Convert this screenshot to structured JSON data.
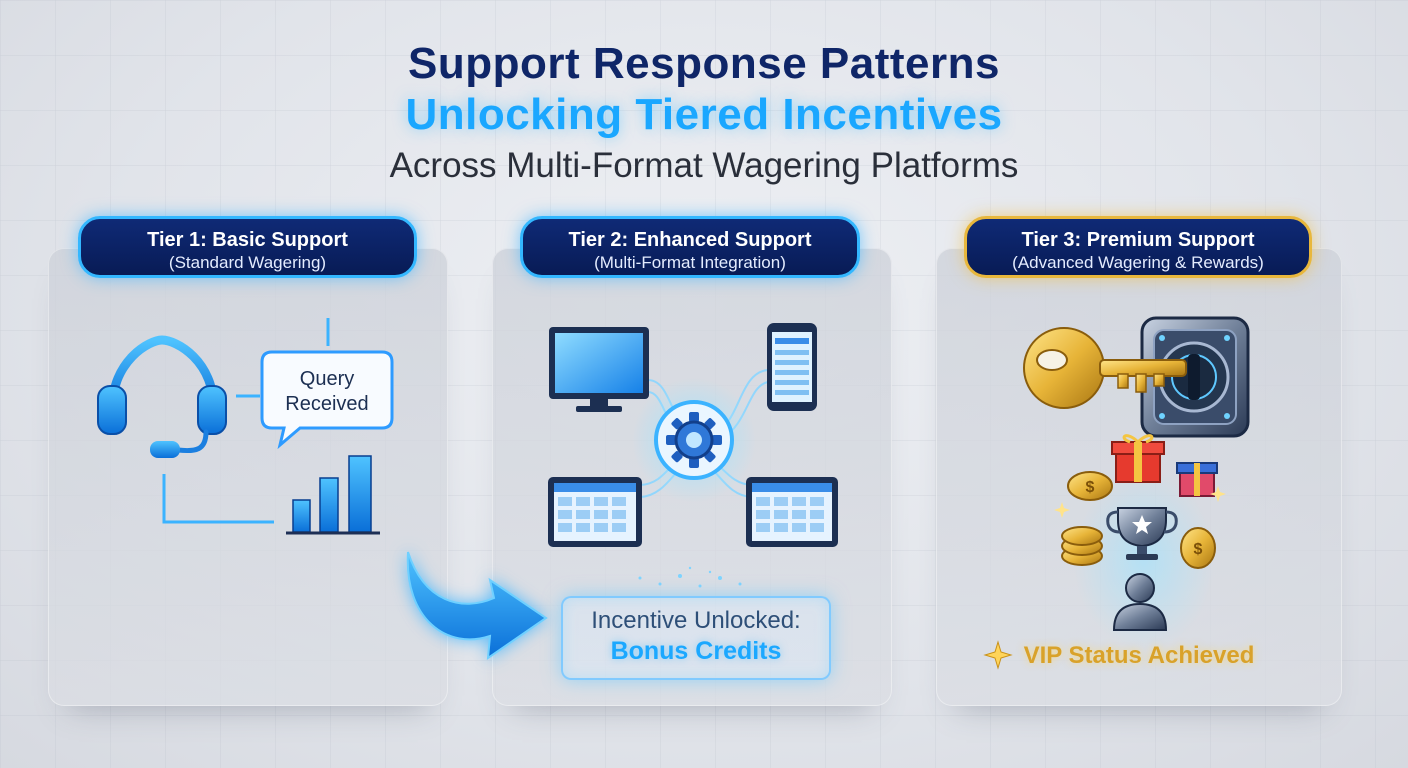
{
  "title": {
    "line1": "Support Response Patterns",
    "line2": "Unlocking Tiered Incentives",
    "line3": "Across Multi-Format Wagering Platforms"
  },
  "tiers": [
    {
      "title": "Tier 1: Basic Support",
      "subtitle": "(Standard Wagering)",
      "accent": "#33b7ff"
    },
    {
      "title": "Tier 2: Enhanced Support",
      "subtitle": "(Multi-Format Integration)",
      "accent": "#33b7ff"
    },
    {
      "title": "Tier 3: Premium Support",
      "subtitle": "(Advanced Wagering & Rewards)",
      "accent": "#e8b73c"
    }
  ],
  "tier1": {
    "bubble_line1": "Query",
    "bubble_line2": "Received"
  },
  "tier2": {
    "unlock_line1": "Incentive Unlocked:",
    "unlock_line2": "Bonus Credits"
  },
  "tier3": {
    "vip_label": "VIP Status Achieved"
  },
  "colors": {
    "navy": "#0f2668",
    "accent_blue": "#1aa7ff",
    "gold": "#e8b73c"
  },
  "icons": [
    "headset-icon",
    "chat-bubble-icon",
    "bar-chart-icon",
    "desktop-monitor-icon",
    "smartphone-icon",
    "gear-icon",
    "tablet-icon",
    "flow-arrow-icon",
    "key-icon",
    "safe-lock-icon",
    "gift-icon",
    "coin-icon",
    "trophy-icon",
    "user-icon",
    "sparkle-icon"
  ]
}
